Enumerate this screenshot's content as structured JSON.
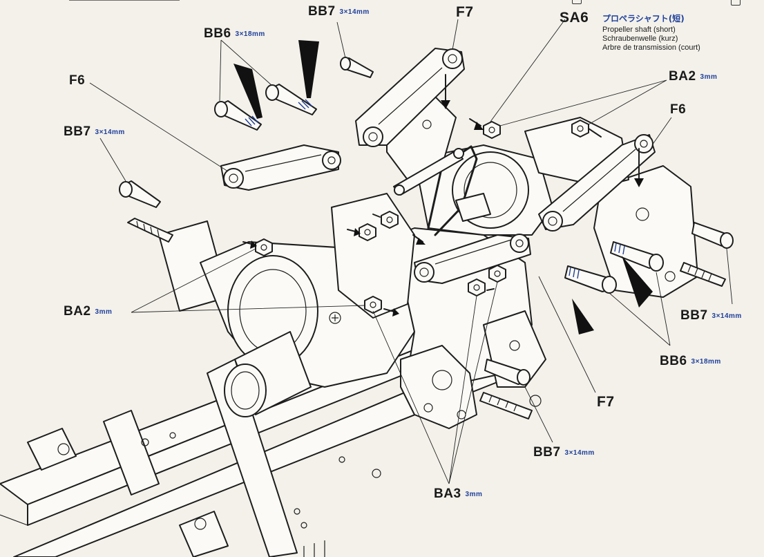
{
  "labels": {
    "bb7_top": {
      "code": "BB7",
      "size": "3×14mm"
    },
    "f7_top": {
      "code": "F7"
    },
    "sa6": {
      "code": "SA6",
      "jp": "プロペラシャフト(短)",
      "lines": [
        "Propeller shaft (short)",
        "Schraubenwelle (kurz)",
        "Arbre de transmission (court)"
      ]
    },
    "bb6_top": {
      "code": "BB6",
      "size": "3×18mm"
    },
    "ba2_right": {
      "code": "BA2",
      "size": "3mm"
    },
    "f6_left": {
      "code": "F6"
    },
    "f6_right": {
      "code": "F6"
    },
    "bb7_left": {
      "code": "BB7",
      "size": "3×14mm"
    },
    "ba2_left": {
      "code": "BA2",
      "size": "3mm"
    },
    "bb7_right": {
      "code": "BB7",
      "size": "3×14mm"
    },
    "bb6_right": {
      "code": "BB6",
      "size": "3×18mm"
    },
    "f7_bottom": {
      "code": "F7"
    },
    "bb7_bottom": {
      "code": "BB7",
      "size": "3×14mm"
    },
    "ba3": {
      "code": "BA3",
      "size": "3mm"
    }
  },
  "icons": [
    "screw-icon",
    "nut-icon",
    "arrow-icon",
    "suspension-link-icon",
    "propeller-shaft-icon",
    "axle-housing-icon",
    "chassis-frame-icon"
  ]
}
